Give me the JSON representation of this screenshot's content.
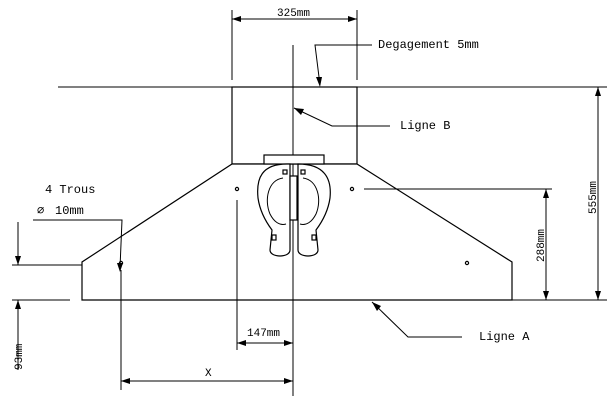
{
  "diagram": {
    "dimensions": {
      "chimney_width": "325mm",
      "total_height": "555mm",
      "hood_height": "288mm",
      "offset_147": "147mm",
      "bottom_93": "93mm",
      "x_label": "X"
    },
    "annotations": {
      "clearance": "Degagement 5mm",
      "line_b": "Ligne B",
      "line_a": "Ligne A",
      "holes_count": "4 Trous",
      "holes_diameter_symbol": "∅",
      "holes_diameter": "10mm"
    }
  }
}
